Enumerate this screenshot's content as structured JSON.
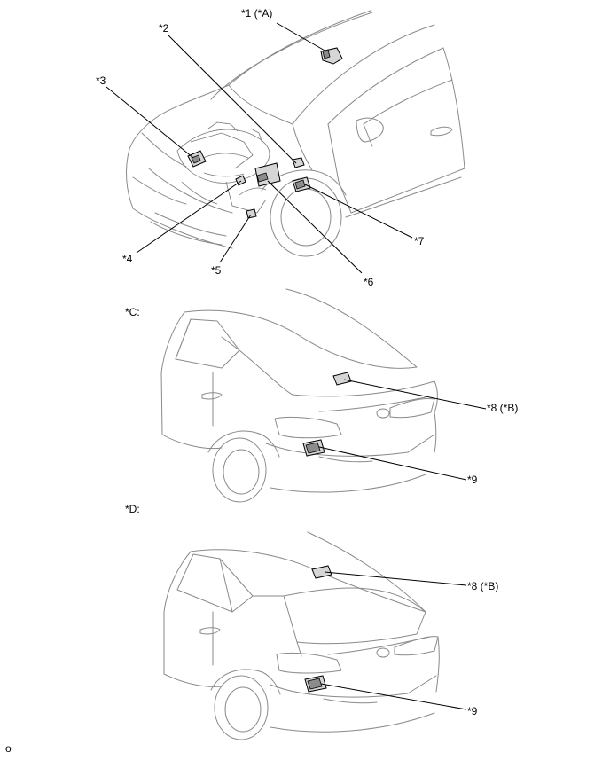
{
  "callouts": {
    "c1": "*1 (*A)",
    "c2": "*2",
    "c3": "*3",
    "c4": "*4",
    "c5": "*5",
    "c6": "*6",
    "c7": "*7",
    "c8_sedan": "*8 (*B)",
    "c9_sedan": "*9",
    "c8_wagon": "*8 (*B)",
    "c9_wagon": "*9"
  },
  "views": {
    "sedan_label": "*C:",
    "wagon_label": "*D:"
  },
  "figure_code": "o"
}
